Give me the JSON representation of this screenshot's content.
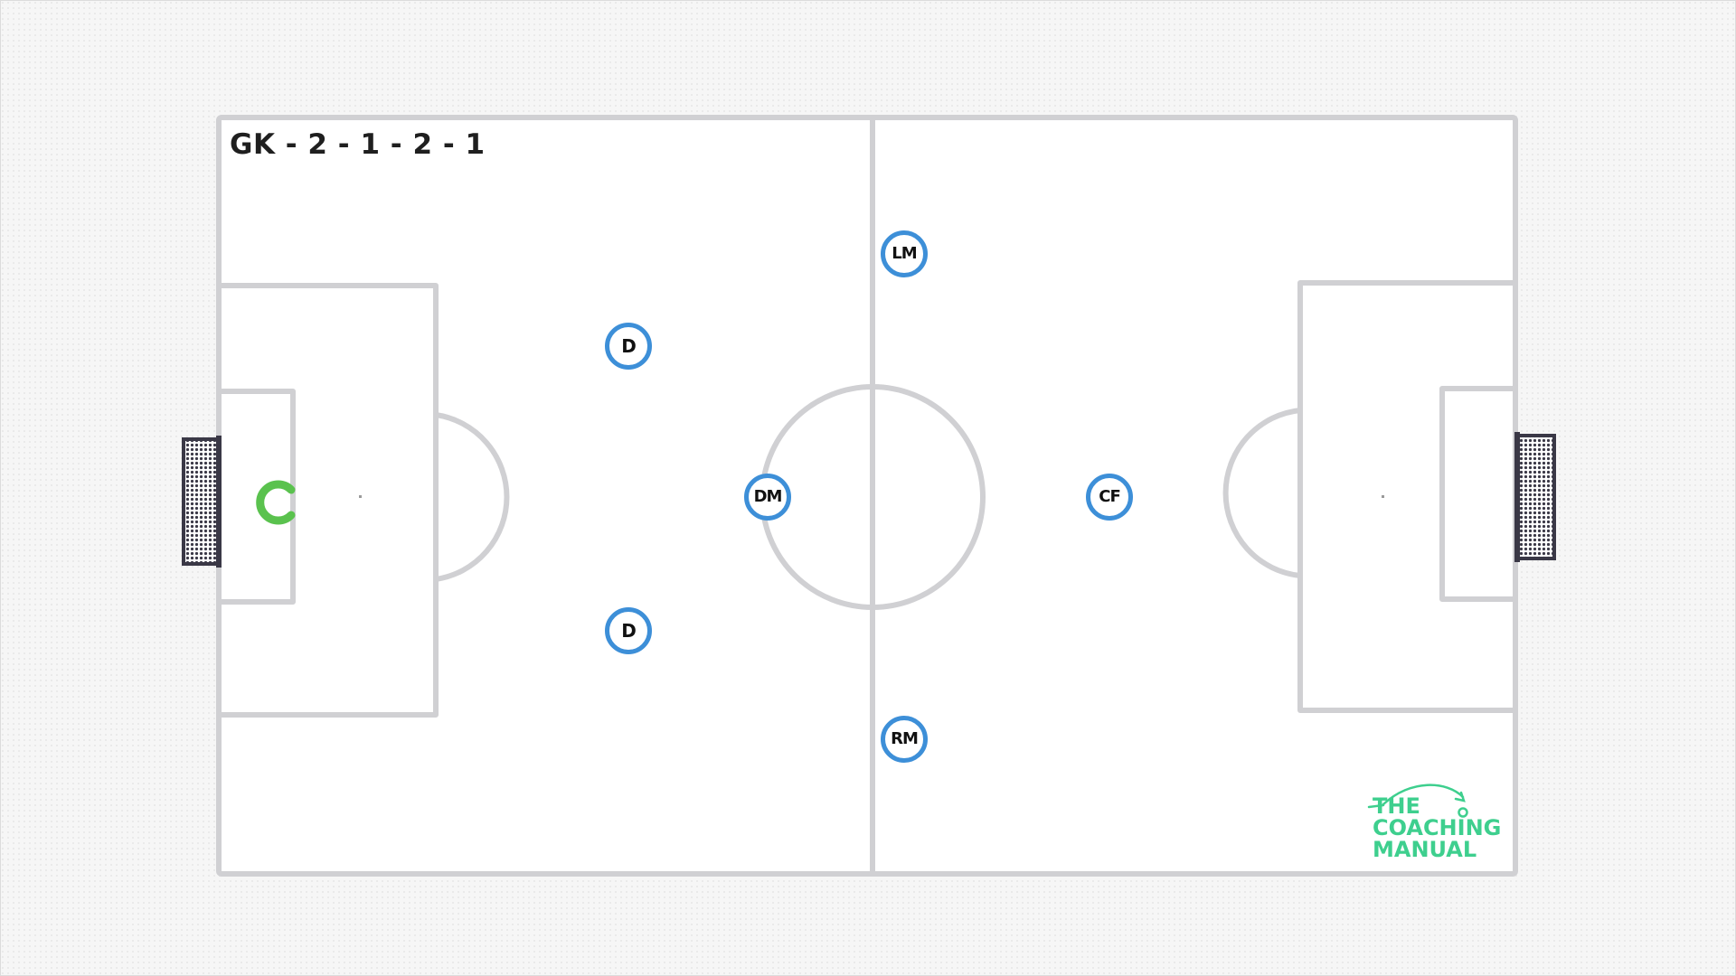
{
  "formation": {
    "title": "GK - 2 - 1 - 2 - 1"
  },
  "players": [
    {
      "id": "gk",
      "label": "",
      "role": "goalkeeper",
      "icon": "goalkeeper-c-icon"
    },
    {
      "id": "d1",
      "label": "D"
    },
    {
      "id": "d2",
      "label": "D"
    },
    {
      "id": "dm",
      "label": "DM"
    },
    {
      "id": "lm",
      "label": "LM"
    },
    {
      "id": "rm",
      "label": "RM"
    },
    {
      "id": "cf",
      "label": "CF"
    }
  ],
  "logo": {
    "line1": "THE",
    "line2": "COACHING",
    "line3": "MANUAL"
  },
  "colors": {
    "player_ring": "#3d8fd8",
    "goalkeeper": "#5ac24e",
    "pitch_lines": "#d0d0d3",
    "goal_frame": "#3a3846",
    "logo": "#3ecf8e"
  }
}
